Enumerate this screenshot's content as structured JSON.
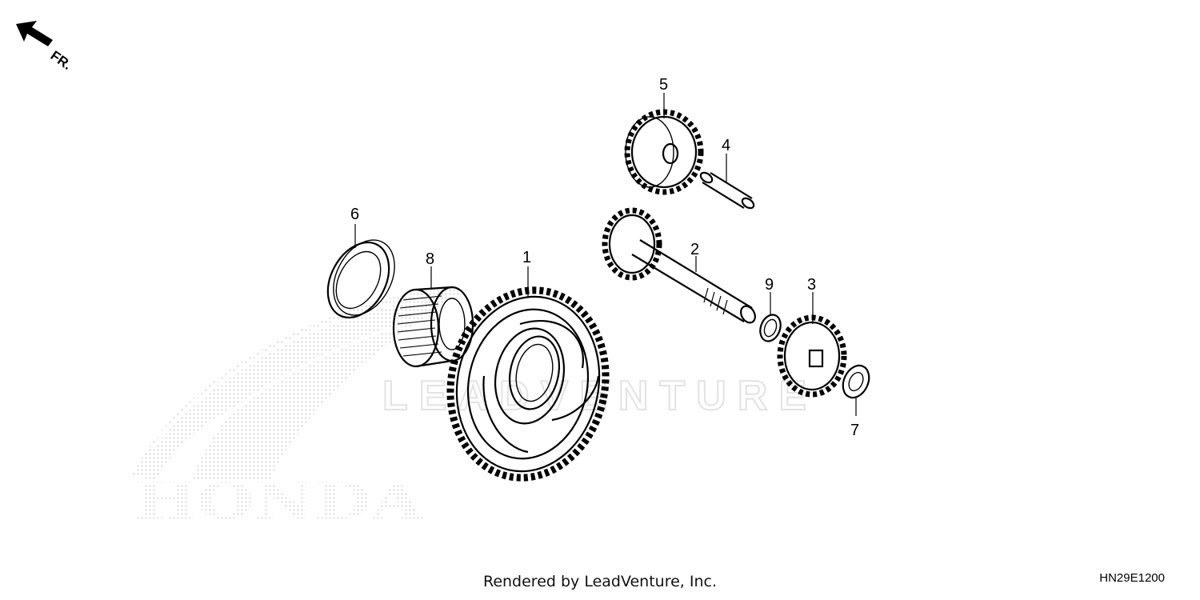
{
  "direction_arrow": {
    "label": "FR."
  },
  "watermark": {
    "brand_text": "HONDA",
    "dealer_text": "LEADVENTURE"
  },
  "callouts": [
    "1",
    "2",
    "3",
    "4",
    "5",
    "6",
    "7",
    "8",
    "9"
  ],
  "footer": {
    "credit": "Rendered by LeadVenture, Inc.",
    "diagram_code": "HN29E1200"
  },
  "colors": {
    "ink": "#000000",
    "watermark": "#e6e6e6",
    "background": "#ffffff"
  }
}
